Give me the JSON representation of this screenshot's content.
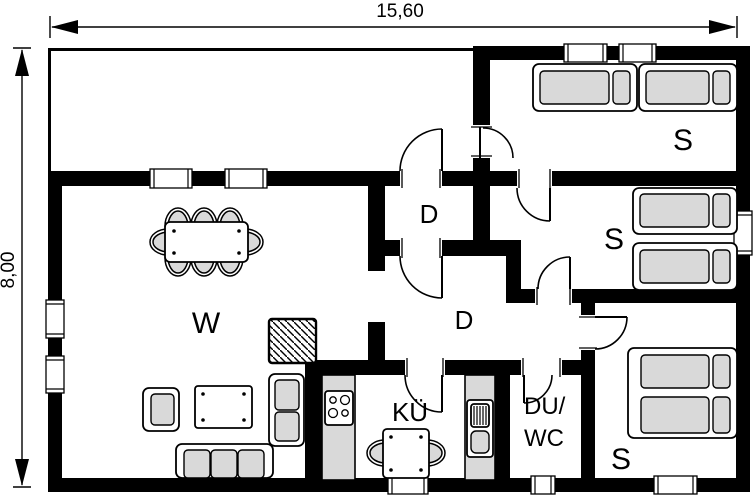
{
  "plan": {
    "title_dimensions": {
      "width_label": "15,60",
      "height_label": "8,00"
    },
    "rooms": [
      {
        "id": "living-room",
        "label": "W"
      },
      {
        "id": "vestibule",
        "label": "D"
      },
      {
        "id": "hallway",
        "label": "D"
      },
      {
        "id": "kitchen",
        "label": "KÜ"
      },
      {
        "id": "shower-wc",
        "label_line1": "DU/",
        "label_line2": "WC"
      },
      {
        "id": "bedroom-top",
        "label": "S"
      },
      {
        "id": "bedroom-middle",
        "label": "S"
      },
      {
        "id": "bedroom-bottom",
        "label": "S"
      }
    ],
    "symbols": [
      "single-bed",
      "double-bed",
      "dining-table-with-eight-chairs",
      "fireplace-stove",
      "armchair",
      "coffee-table",
      "corner-sofa",
      "kitchen-counter-with-hob",
      "kitchen-counter-with-sink",
      "kitchen-table-with-two-chairs",
      "window",
      "door-swing"
    ],
    "colors": {
      "wall": "#000000",
      "furniture_fill": "#d9d9d9",
      "background": "#ffffff"
    }
  }
}
